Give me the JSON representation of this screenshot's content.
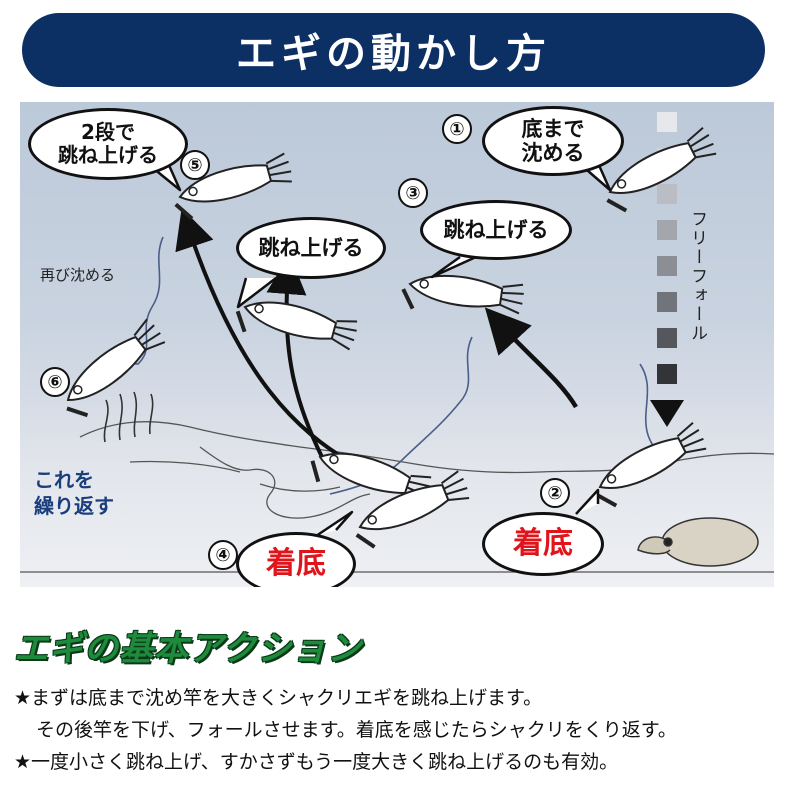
{
  "title": "エギの動かし方",
  "steps": [
    {
      "num": "①",
      "bubble": "底まで\n沈める"
    },
    {
      "num": "②",
      "bubble": "着底"
    },
    {
      "num": "③",
      "bubble": "跳ね上げる"
    },
    {
      "num": "④",
      "bubble": "着底"
    },
    {
      "num": "⑤",
      "bubble": "2段で\n跳ね上げる"
    },
    {
      "num": "⑥"
    }
  ],
  "extra_bubble": "跳ね上げる",
  "labels": {
    "free_fall": "フリーフォール",
    "sink_again": "再び沈める",
    "repeat": "これを\n繰り返す"
  },
  "section_title": "エギの基本アクション",
  "bullets": [
    "★まずは底まで沈め竿を大きくシャクリエギを跳ね上げます。",
    "その後竿を下げ、フォールさせます。着底を感じたらシャクリをくり返す。",
    "★一度小さく跳ね上げ、すかさずもう一度大きく跳ね上げるのも有効。"
  ],
  "colors": {
    "title_bg": "#0c3064",
    "red_text": "#e0141b",
    "section_green": "#1e8a3c"
  }
}
